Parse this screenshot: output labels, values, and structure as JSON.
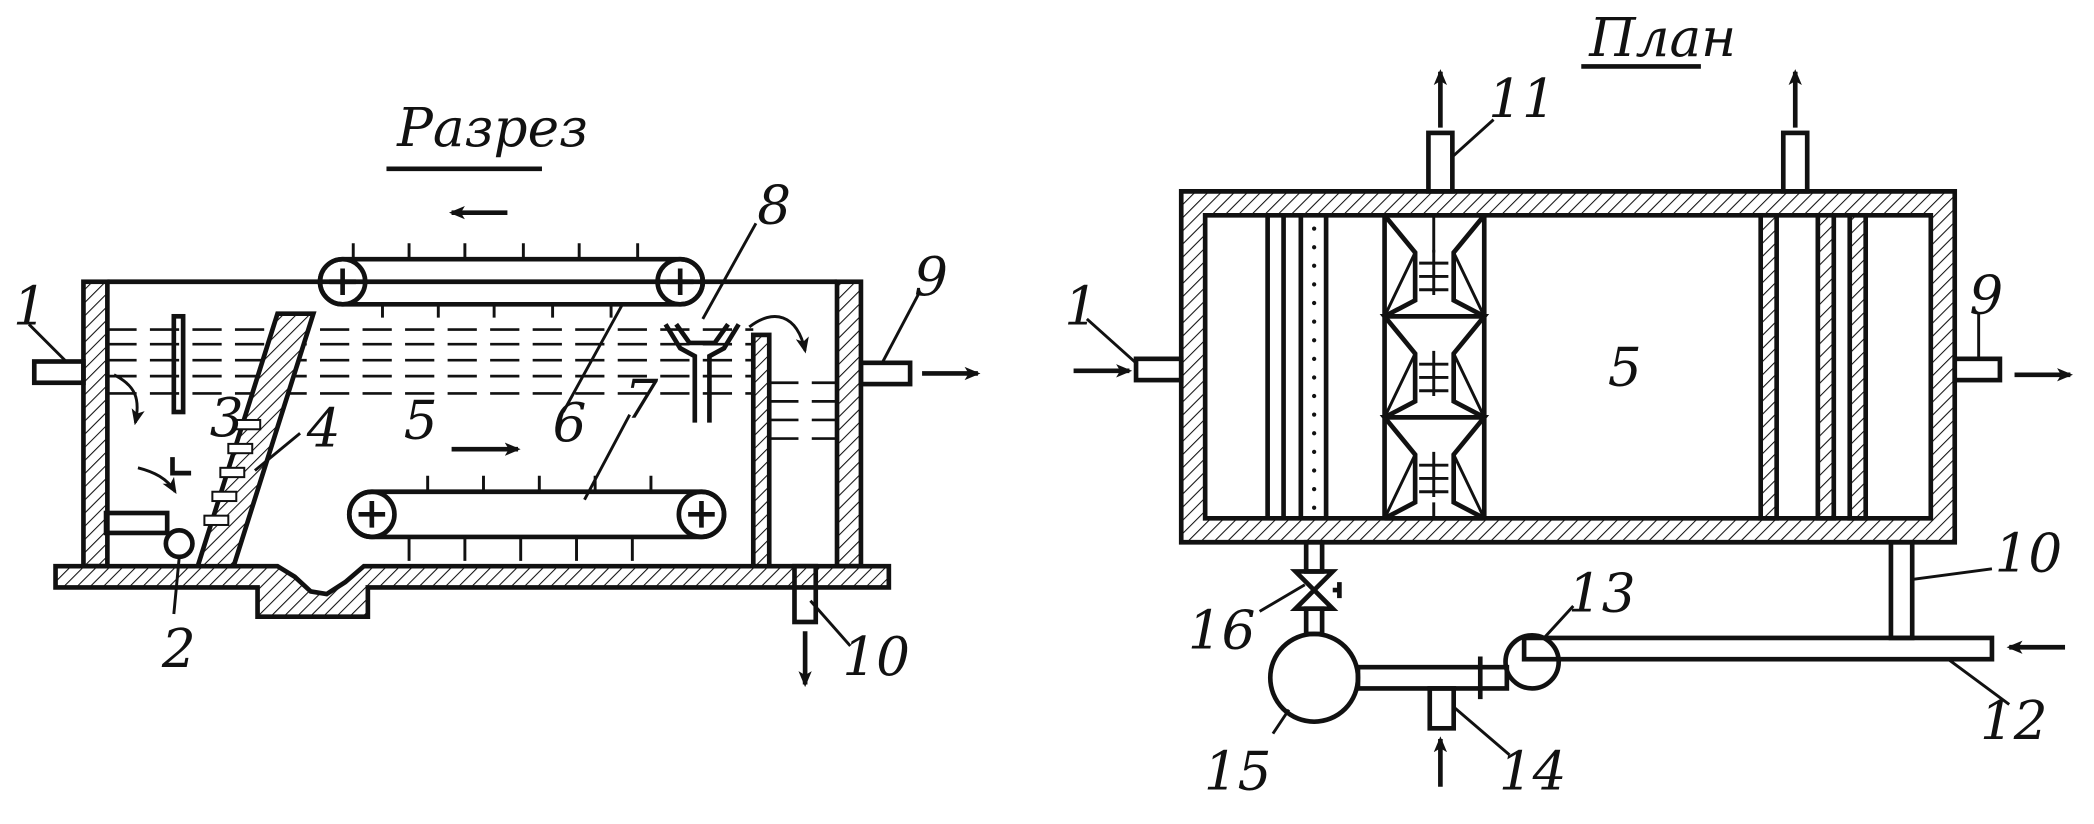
{
  "section_title": "Разрез",
  "plan_title": "План",
  "section_labels": {
    "l1": "1",
    "l2": "2",
    "l3": "3",
    "l4": "4",
    "l5": "5",
    "l6": "6",
    "l7": "7",
    "l8": "8",
    "l9": "9",
    "l10": "10"
  },
  "plan_labels": {
    "l1": "1",
    "l5": "5",
    "l9": "9",
    "l10": "10",
    "l11": "11",
    "l12": "12",
    "l13": "13",
    "l14": "14",
    "l15": "15",
    "l16": "16"
  }
}
